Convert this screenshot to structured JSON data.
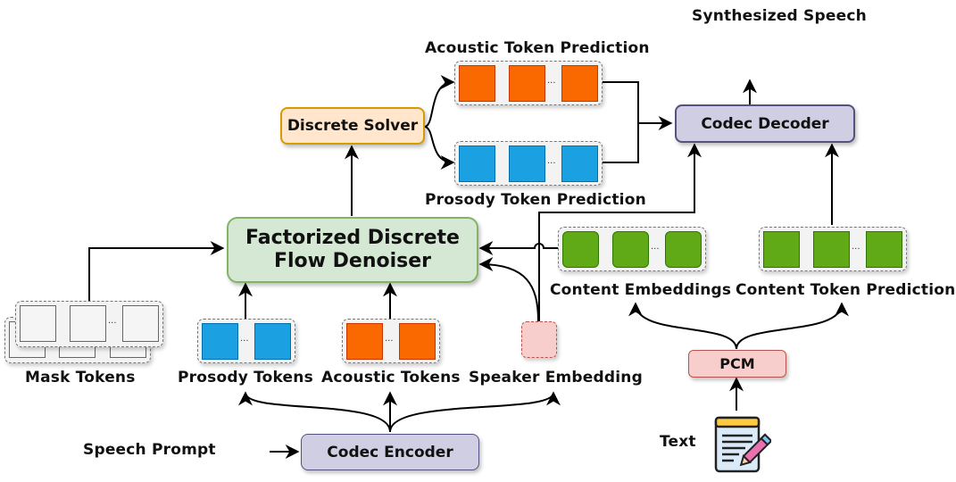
{
  "colors": {
    "acoustic": "#fa6800",
    "prosody": "#1ba1e2",
    "content": "#60a917",
    "mask": "#f5f5f5",
    "speaker": "#f8cecc",
    "denoiser_fill": "#d5e8d4",
    "denoiser_border": "#82b366",
    "solver_fill": "#ffe6cc",
    "solver_border": "#d79b00",
    "codec_fill": "#d0cee2",
    "codec_border": "#56517e",
    "pcm_fill": "#f8cecc",
    "pcm_border": "#b85450"
  },
  "labels": {
    "synthesized_speech": "Synthesized Speech",
    "acoustic_token_prediction": "Acoustic Token Prediction",
    "prosody_token_prediction": "Prosody Token Prediction",
    "discrete_solver": "Discrete Solver",
    "codec_decoder": "Codec Decoder",
    "denoiser_line1": "Factorized Discrete",
    "denoiser_line2": "Flow Denoiser",
    "content_embeddings": "Content Embeddings",
    "content_token_prediction": "Content Token Prediction",
    "mask_tokens": "Mask Tokens",
    "prosody_tokens": "Prosody Tokens",
    "acoustic_tokens": "Acoustic Tokens",
    "speaker_embedding": "Speaker Embedding",
    "pcm": "PCM",
    "speech_prompt": "Speech Prompt",
    "codec_encoder": "Codec Encoder",
    "text": "Text",
    "ellipsis": "..."
  },
  "icons": {
    "synthesized_speech": "sound-wave-icon",
    "speech_prompt": "sound-wave-icon",
    "text": "notepad-pencil-icon"
  }
}
